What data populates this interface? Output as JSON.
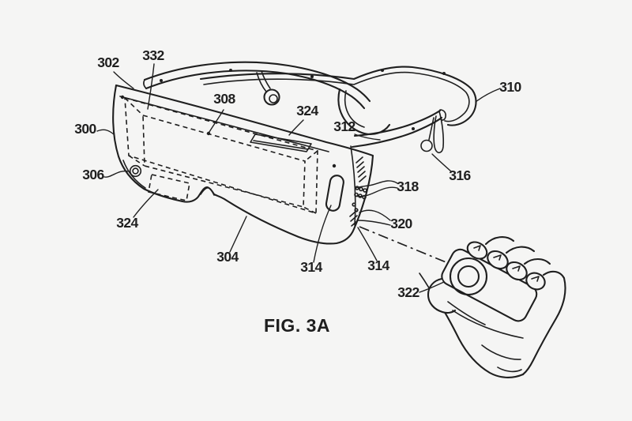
{
  "figure": {
    "caption": "FIG. 3A"
  },
  "colors": {
    "background": "#f5f5f4",
    "ink": "#1f1f1f"
  },
  "labels": [
    {
      "text": "300"
    },
    {
      "text": "302"
    },
    {
      "text": "332"
    },
    {
      "text": "308"
    },
    {
      "text": "324"
    },
    {
      "text": "310"
    },
    {
      "text": "312"
    },
    {
      "text": "316"
    },
    {
      "text": "306"
    },
    {
      "text": "318"
    },
    {
      "text": "320"
    },
    {
      "text": "324"
    },
    {
      "text": "304"
    },
    {
      "text": "314"
    },
    {
      "text": "314"
    },
    {
      "text": "322"
    }
  ]
}
